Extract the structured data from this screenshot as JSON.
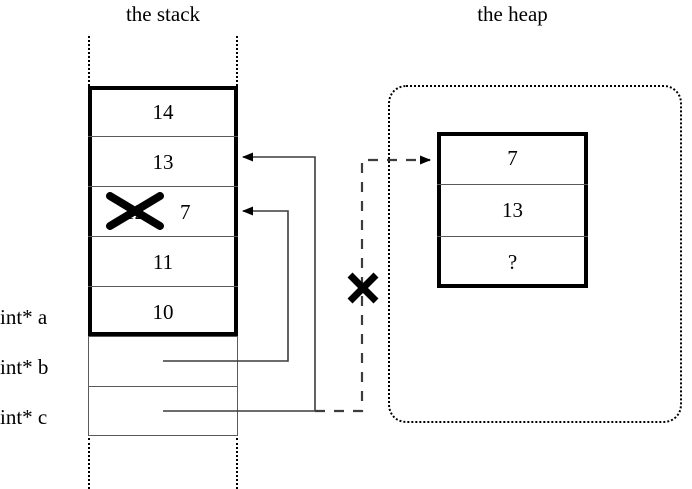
{
  "diagram": {
    "type": "memory-diagram",
    "titles": {
      "stack": "the stack",
      "heap": "the heap"
    },
    "stack": {
      "variable_labels": [
        "int* a",
        "int* b",
        "int* c"
      ],
      "upper_cells": [
        {
          "value": "14",
          "crossed_out": false
        },
        {
          "value": "13",
          "crossed_out": false
        },
        {
          "value": "12",
          "crossed_out": true,
          "new_value": "7"
        },
        {
          "value": "11",
          "crossed_out": false
        },
        {
          "value": "10",
          "crossed_out": false
        }
      ],
      "lower_cells": [
        {
          "value": "",
          "points_to": "stack-row-12-7"
        },
        {
          "value": "",
          "points_to": "stack-row-13"
        }
      ]
    },
    "heap": {
      "cells": [
        {
          "value": "7"
        },
        {
          "value": "13"
        },
        {
          "value": "?"
        }
      ]
    },
    "markers": {
      "crossout_stack_label": "crossed-out-12",
      "crossout_dashed_label": "invalidated-pointer"
    },
    "colors": {
      "ink": "#000000",
      "thin_rule": "#5a5a5a",
      "background": "#ffffff"
    }
  }
}
